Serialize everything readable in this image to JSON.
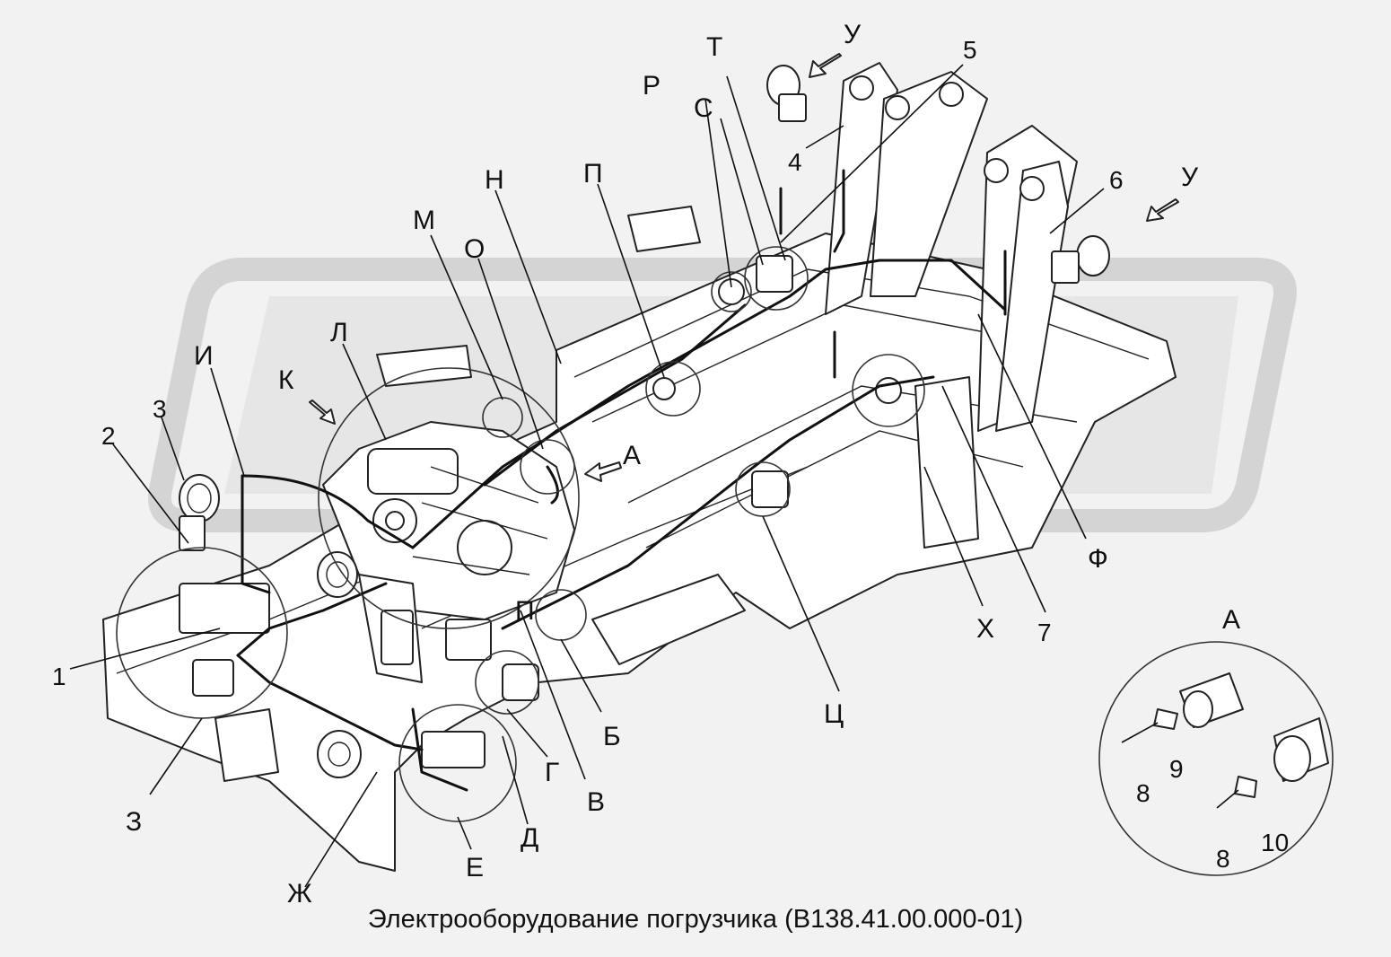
{
  "caption": "Электрооборудование погрузчика (В138.41.00.000-01)",
  "labels": {
    "P": "Р",
    "S": "С",
    "T": "Т",
    "U1": "У",
    "U2": "У",
    "N": "Н",
    "Pe": "П",
    "M": "М",
    "O": "О",
    "L": "Л",
    "I": "И",
    "K": "К",
    "A": "А",
    "F": "Ф",
    "Kh": "Х",
    "Ts": "Ц",
    "B": "Б",
    "G": "Г",
    "V": "В",
    "D": "Д",
    "E": "Е",
    "Zh": "Ж",
    "Z": "З",
    "Pe2": "П",
    "Aview": "А"
  },
  "numbers": {
    "n1": "1",
    "n2": "2",
    "n3": "3",
    "n4": "4",
    "n5": "5",
    "n6": "6",
    "n7": "7",
    "n8a": "8",
    "n8b": "8",
    "n9": "9",
    "n10": "10",
    "n3b": "З"
  }
}
